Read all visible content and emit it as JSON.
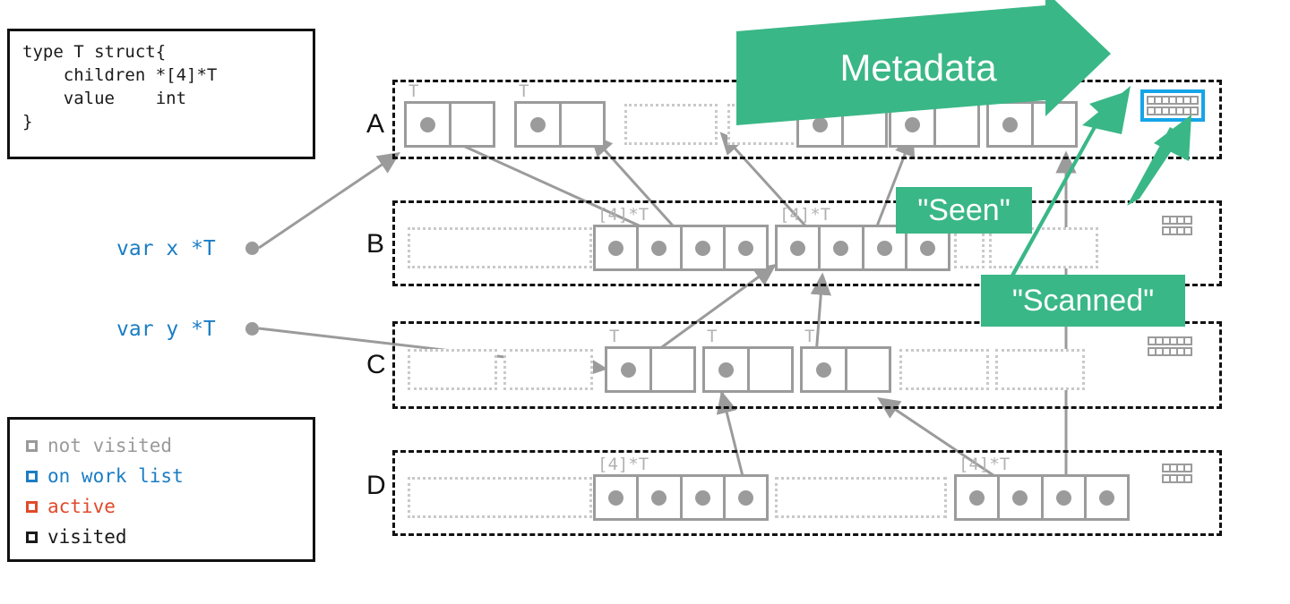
{
  "code_box": {
    "text": "type T struct{\n    children *[4]*T\n    value    int\n}"
  },
  "variables": [
    {
      "label": "var x *T"
    },
    {
      "label": "var y *T"
    }
  ],
  "legend": {
    "items": [
      {
        "label": "not visited",
        "color": "#9a9a9a"
      },
      {
        "label": "on work list",
        "color": "#1a7dc4"
      },
      {
        "label": "active",
        "color": "#e04a2a"
      },
      {
        "label": "visited",
        "color": "#1a1a1a"
      }
    ]
  },
  "colors": {
    "green": "#3ab787",
    "pointer_gray": "#9b9b9b",
    "ghost_gray": "#c9c9c9",
    "work_list_blue": "#15a5e8",
    "var_blue": "#1a7dc4"
  },
  "rows": [
    {
      "letter": "A",
      "objects": [
        {
          "tag": "T",
          "kind": "solid",
          "cells": 2,
          "dots": [
            true,
            false
          ]
        },
        {
          "tag": "T",
          "kind": "solid",
          "cells": 2,
          "dots": [
            true,
            false
          ]
        },
        {
          "tag": "",
          "kind": "ghost",
          "cells": 1,
          "dots": [
            false
          ]
        },
        {
          "tag": "",
          "kind": "ghost",
          "cells": 1,
          "dots": [
            false
          ]
        },
        {
          "tag": "",
          "kind": "solid",
          "cells": 2,
          "dots": [
            true,
            false
          ]
        },
        {
          "tag": "",
          "kind": "solid",
          "cells": 2,
          "dots": [
            true,
            false
          ]
        },
        {
          "tag": "",
          "kind": "solid",
          "cells": 2,
          "dots": [
            true,
            false
          ]
        }
      ],
      "metadata": {
        "rows": 2,
        "cols": 7,
        "state": "on work list"
      }
    },
    {
      "letter": "B",
      "objects": [
        {
          "tag": "",
          "kind": "ghost",
          "cells": 1,
          "dots": [
            false
          ]
        },
        {
          "tag": "[4]*T",
          "kind": "solid",
          "cells": 4,
          "dots": [
            true,
            true,
            true,
            true
          ]
        },
        {
          "tag": "[4]*T",
          "kind": "solid",
          "cells": 4,
          "dots": [
            true,
            true,
            true,
            true
          ]
        },
        {
          "tag": "",
          "kind": "ghost",
          "cells": 1,
          "dots": [
            false
          ]
        },
        {
          "tag": "",
          "kind": "ghost",
          "cells": 1,
          "dots": [
            false
          ]
        }
      ],
      "metadata": {
        "rows": 2,
        "cols": 4,
        "state": "not visited"
      }
    },
    {
      "letter": "C",
      "objects": [
        {
          "tag": "",
          "kind": "ghost",
          "cells": 1,
          "dots": [
            false
          ]
        },
        {
          "tag": "",
          "kind": "ghost",
          "cells": 1,
          "dots": [
            false
          ]
        },
        {
          "tag": "T",
          "kind": "solid",
          "cells": 2,
          "dots": [
            true,
            false
          ]
        },
        {
          "tag": "T",
          "kind": "solid",
          "cells": 2,
          "dots": [
            true,
            false
          ]
        },
        {
          "tag": "T",
          "kind": "solid",
          "cells": 2,
          "dots": [
            true,
            false
          ]
        },
        {
          "tag": "",
          "kind": "ghost",
          "cells": 1,
          "dots": [
            false
          ]
        },
        {
          "tag": "",
          "kind": "ghost",
          "cells": 1,
          "dots": [
            false
          ]
        }
      ],
      "metadata": {
        "rows": 2,
        "cols": 6,
        "state": "not visited"
      }
    },
    {
      "letter": "D",
      "objects": [
        {
          "tag": "",
          "kind": "ghost",
          "cells": 1,
          "dots": [
            false
          ]
        },
        {
          "tag": "[4]*T",
          "kind": "solid",
          "cells": 4,
          "dots": [
            true,
            true,
            true,
            true
          ]
        },
        {
          "tag": "",
          "kind": "ghost",
          "cells": 1,
          "dots": [
            false
          ]
        },
        {
          "tag": "[4]*T",
          "kind": "solid",
          "cells": 4,
          "dots": [
            true,
            true,
            true,
            true
          ]
        }
      ],
      "metadata": {
        "rows": 2,
        "cols": 4,
        "state": "not visited"
      }
    }
  ],
  "callouts": [
    {
      "name": "metadata",
      "label": "Metadata",
      "shape": "arrow"
    },
    {
      "name": "seen",
      "label": "\"Seen\"",
      "shape": "rect"
    },
    {
      "name": "scanned",
      "label": "\"Scanned\"",
      "shape": "rect"
    }
  ]
}
